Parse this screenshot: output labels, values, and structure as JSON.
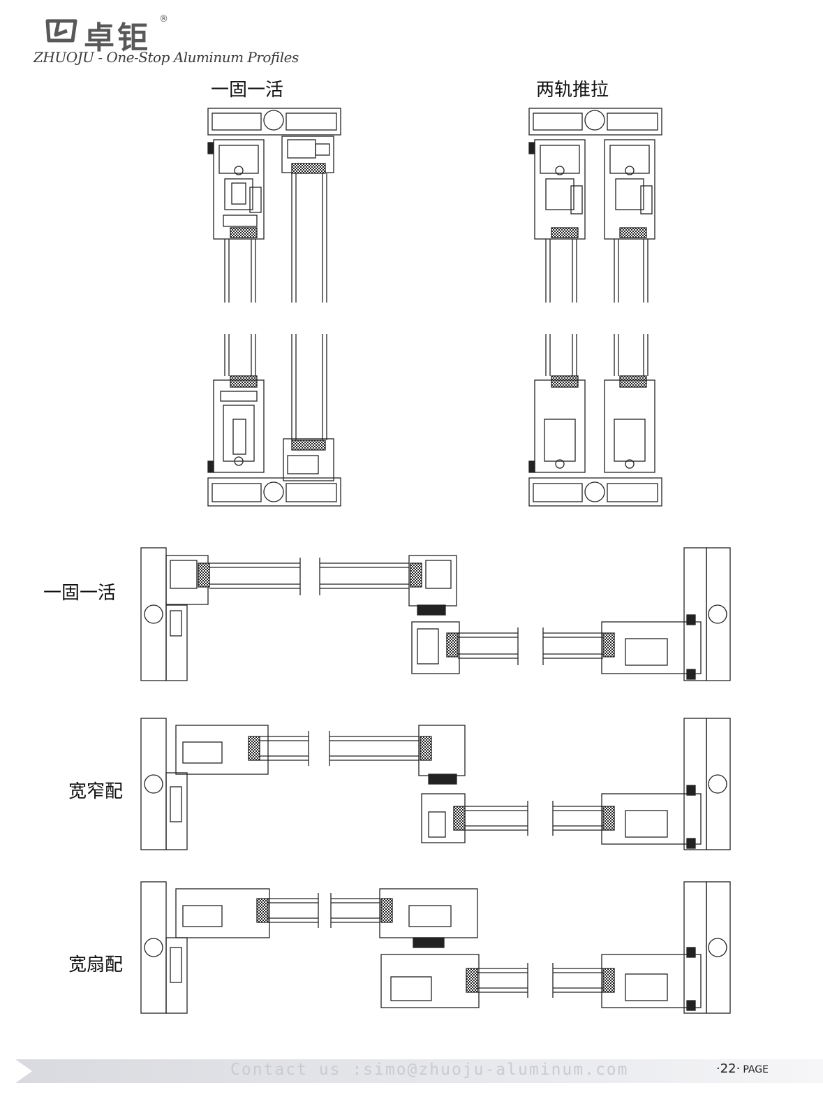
{
  "logo": {
    "name_cn": "卓钜",
    "registered": "®",
    "tagline": "ZHUOJU - One-Stop Aluminum Profiles"
  },
  "diagrams": {
    "top_left_title": "一固一活",
    "top_right_title": "两轨推拉",
    "row1_label": "一固一活",
    "row2_label": "宽窄配",
    "row3_label": "宽扇配"
  },
  "footer": {
    "contact": "Contact us :simo@zhuoju-aluminum.com",
    "page_number": "·22·",
    "page_suffix": "PAGE"
  }
}
